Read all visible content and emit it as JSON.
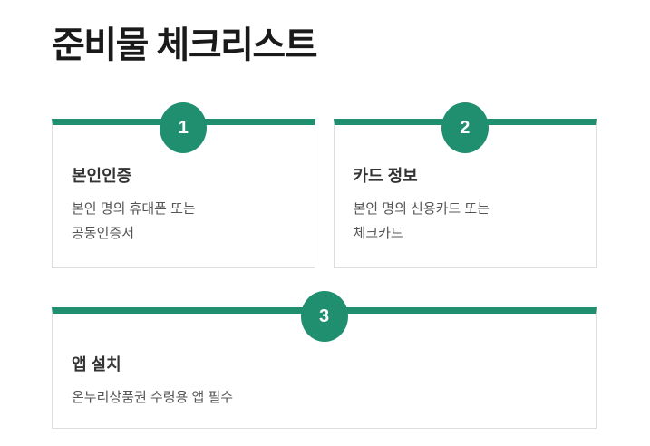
{
  "page": {
    "title": "준비물 체크리스트"
  },
  "colors": {
    "accent": "#1f8f6f",
    "card_border": "#dddddd",
    "heading_text": "#1a1a1a",
    "card_title_text": "#333333",
    "description_text": "#555555",
    "badge_text": "#ffffff"
  },
  "checklist": {
    "items": [
      {
        "number": "1",
        "title": "본인인증",
        "description_lines": [
          "본인 명의 휴대폰 또는",
          "공동인증서"
        ]
      },
      {
        "number": "2",
        "title": "카드 정보",
        "description_lines": [
          "본인 명의 신용카드 또는",
          "체크카드"
        ]
      },
      {
        "number": "3",
        "title": "앱 설치",
        "description_lines": [
          "온누리상품권 수령용 앱 필수"
        ]
      }
    ]
  }
}
